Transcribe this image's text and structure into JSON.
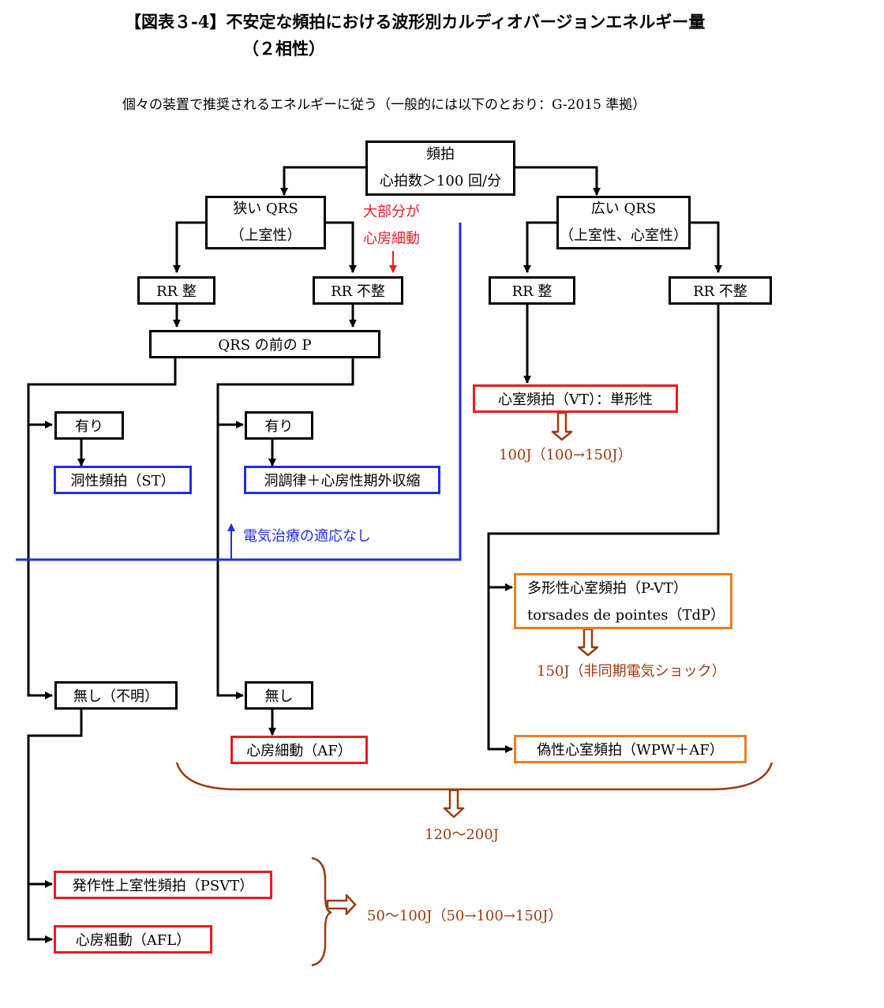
{
  "title": {
    "line1": "【図表３-4】不安定な頻拍における波形別カルディオバージョンエネルギー量",
    "line2": "（２相性）"
  },
  "subtitle": "個々の装置で推奨されるエネルギーに従う（一般的には以下のとおり：G-2015 準拠）",
  "nodes": {
    "root_line1": "頻拍",
    "root_line2": "心拍数＞100 回/分",
    "narrow_line1": "狭い QRS",
    "narrow_line2": "（上室性）",
    "wide_line1": "広い QRS",
    "wide_line2": "（上室性、心室性）",
    "rr_regular_narrow": "RR 整",
    "rr_irregular_narrow": "RR 不整",
    "rr_regular_wide": "RR 整",
    "rr_irregular_wide": "RR 不整",
    "p_before_qrs": "QRS の前の P",
    "present_1": "有り",
    "present_2": "有り",
    "sinus_tachy": "洞性頻拍（ST）",
    "sinus_pac": "洞調律＋心房性期外収縮",
    "absent_unknown": "無し（不明）",
    "absent": "無し",
    "af": "心房細動（AF）",
    "vt": "心室頻拍（VT）：単形性",
    "pvt_line1": "多形性心室頻拍（P-VT）",
    "pvt_line2": "torsades de pointes（TdP）",
    "pseudo_vt": "偽性心室頻拍（WPW＋AF）",
    "psvt": "発作性上室性頻拍（PSVT）",
    "afl": "心房粗動（AFL）"
  },
  "annotations": {
    "mostly_line1": "大部分が",
    "mostly_line2": "心房細動",
    "no_indication": "電気治療の適応なし",
    "energy_vt": "100J（100→150J）",
    "energy_pvt": "150J（非同期電気ショック）",
    "energy_group": "120～200J",
    "energy_psvt": "50～100J（50→100→150J）"
  },
  "colors": {
    "black": "#000000",
    "blue": "#1f2ee6",
    "red": "#e81c24",
    "orange": "#ef7d22",
    "brown": "#9a3b12"
  }
}
